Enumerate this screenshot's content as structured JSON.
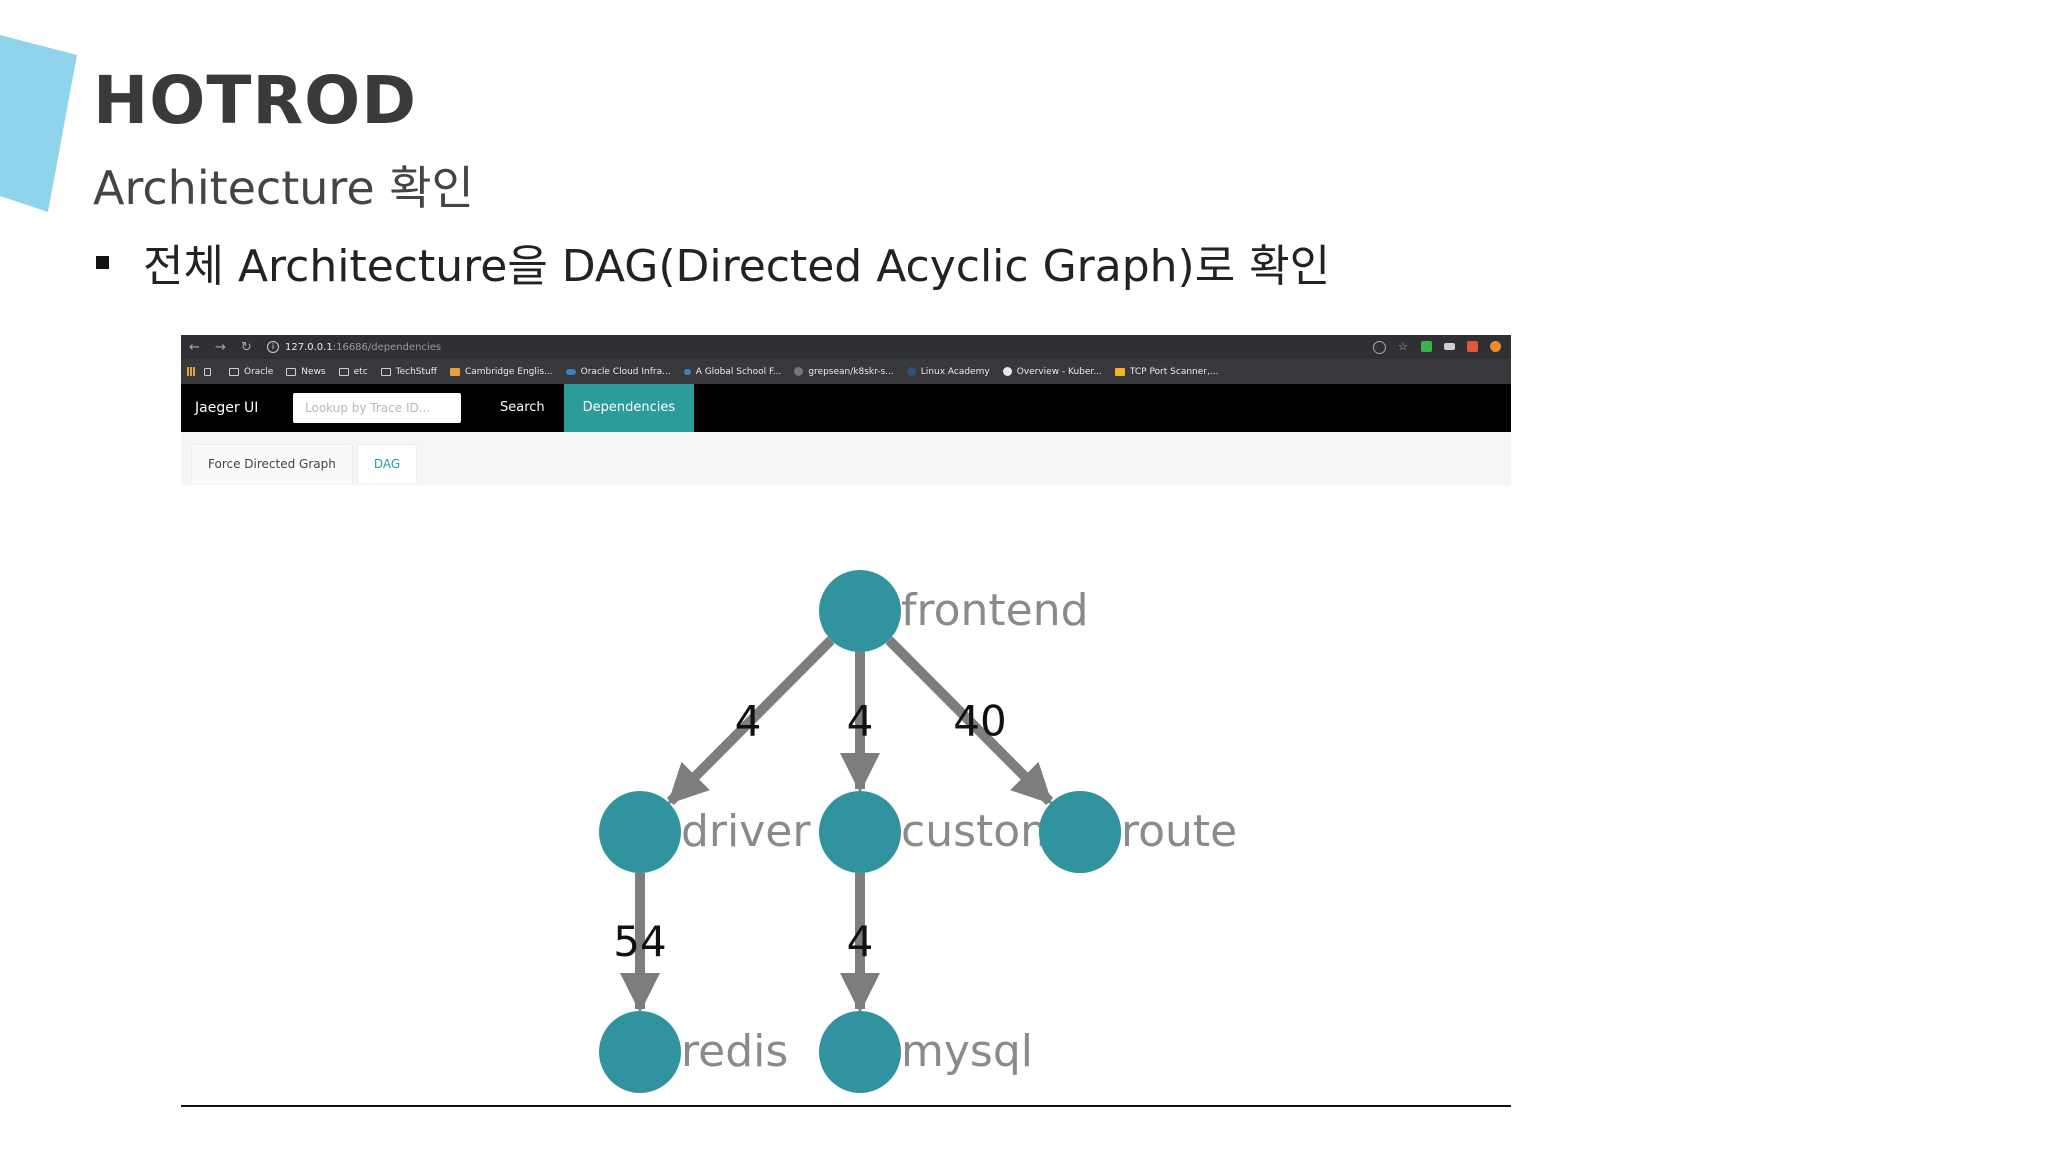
{
  "slide": {
    "title": "HOTROD",
    "subtitle": "Architecture 확인",
    "bullet": "전체 Architecture을 DAG(Directed Acyclic Graph)로 확인"
  },
  "browser": {
    "url_host": "127.0.0.1",
    "url_port": ":16686/dependencies",
    "nav_icons": [
      "back-arrow-icon",
      "forward-arrow-icon",
      "reload-icon"
    ],
    "bookmarks": [
      {
        "label": "Oracle",
        "icon": "folder-icon"
      },
      {
        "label": "News",
        "icon": "folder-icon"
      },
      {
        "label": "etc",
        "icon": "folder-icon"
      },
      {
        "label": "TechStuff",
        "icon": "folder-icon"
      },
      {
        "label": "Cambridge Englis...",
        "icon": "cambridge-icon"
      },
      {
        "label": "Oracle Cloud Infra...",
        "icon": "cloud-icon"
      },
      {
        "label": "A Global School F...",
        "icon": "school-icon"
      },
      {
        "label": "grepsean/k8skr-s...",
        "icon": "github-icon"
      },
      {
        "label": "Linux Academy",
        "icon": "linux-academy-icon"
      },
      {
        "label": "Overview - Kuber...",
        "icon": "kubernetes-icon"
      },
      {
        "label": "TCP Port Scanner,...",
        "icon": "port-scanner-icon"
      }
    ]
  },
  "app": {
    "brand": "Jaeger UI",
    "search_placeholder": "Lookup by Trace ID...",
    "nav_search": "Search",
    "nav_dependencies": "Dependencies",
    "tabs": [
      "Force Directed Graph",
      "DAG"
    ],
    "active_tab": "DAG",
    "accent": "#2c9c9a",
    "node_color": "#31939e"
  },
  "graph": {
    "nodes": [
      {
        "id": "frontend",
        "label": "frontend"
      },
      {
        "id": "driver",
        "label": "driver"
      },
      {
        "id": "customer",
        "label": "custom"
      },
      {
        "id": "route",
        "label": "route"
      },
      {
        "id": "redis",
        "label": "redis"
      },
      {
        "id": "mysql",
        "label": "mysql"
      }
    ],
    "edges": [
      {
        "from": "frontend",
        "to": "driver",
        "label": "4"
      },
      {
        "from": "frontend",
        "to": "customer",
        "label": "4"
      },
      {
        "from": "frontend",
        "to": "route",
        "label": "40"
      },
      {
        "from": "driver",
        "to": "redis",
        "label": "54"
      },
      {
        "from": "customer",
        "to": "mysql",
        "label": "4"
      }
    ]
  }
}
